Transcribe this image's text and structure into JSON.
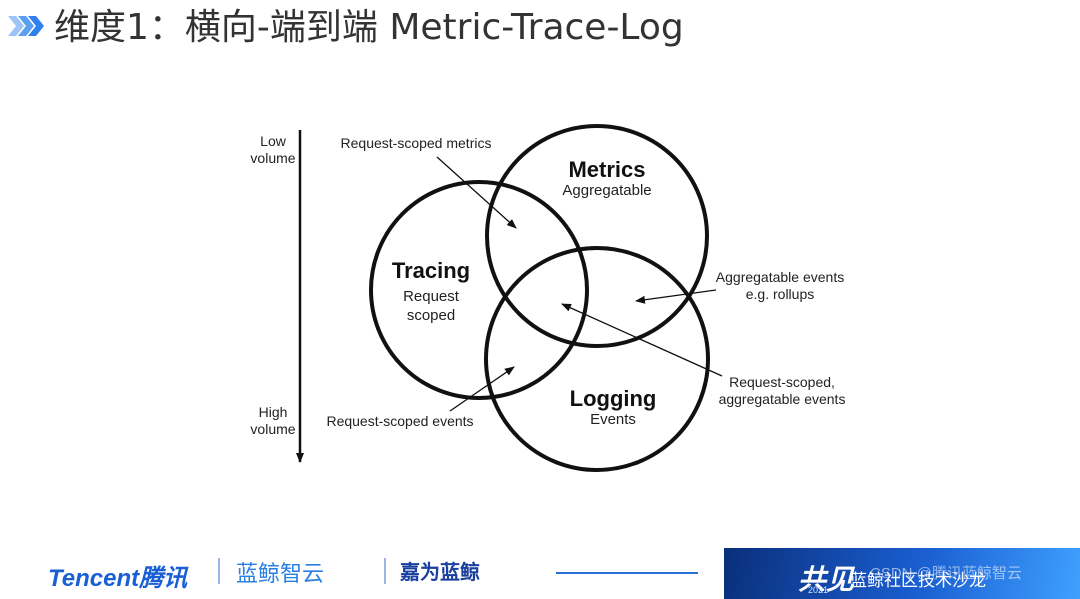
{
  "slide": {
    "title": "维度1：横向-端到端 Metric-Trace-Log"
  },
  "diagram": {
    "axis": {
      "top_line1": "Low",
      "top_line2": "volume",
      "bottom_line1": "High",
      "bottom_line2": "volume"
    },
    "circles": {
      "metrics": {
        "title": "Metrics",
        "subtitle": "Aggregatable"
      },
      "tracing": {
        "title": "Tracing",
        "subtitle_line1": "Request",
        "subtitle_line2": "scoped"
      },
      "logging": {
        "title": "Logging",
        "subtitle": "Events"
      }
    },
    "annotations": {
      "request_scoped_metrics": "Request-scoped metrics",
      "aggregatable_events_line1": "Aggregatable events",
      "aggregatable_events_line2": "e.g. rollups",
      "request_scoped_agg_line1": "Request-scoped,",
      "request_scoped_agg_line2": "aggregatable events",
      "request_scoped_events": "Request-scoped events"
    }
  },
  "footer": {
    "logo_tencent": "Tencent腾讯",
    "logo_lanjing": "蓝鲸智云",
    "logo_jiali": "嘉为蓝鲸",
    "banner_main": "共见",
    "banner_year": "2021",
    "banner_text": "蓝鲸社区技术沙龙",
    "watermark": "CSDN @腾讯蓝鲸智云"
  },
  "colors": {
    "title_chevron": "#2f80ed",
    "accent_blue": "#1a5fd6"
  }
}
